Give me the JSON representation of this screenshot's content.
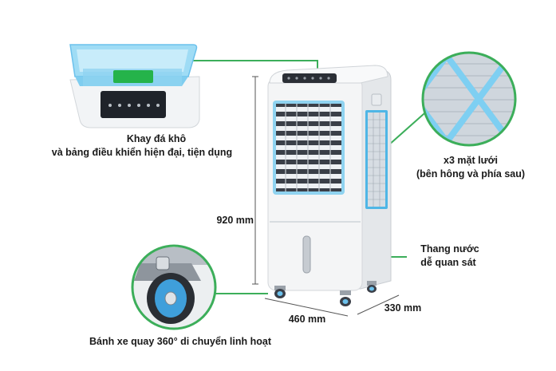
{
  "callouts": {
    "tray_line1": "Khay đá khô",
    "tray_line2": "và bảng điều khiển hiện đại, tiện dụng",
    "mesh_line1": "x3 mặt lưới",
    "mesh_line2": "(bên hông và phía sau)",
    "tank_line1": "Thang nước",
    "tank_line2": "dễ quan sát",
    "wheel_line1": "Bánh xe quay 360° di chuyển linh hoạt"
  },
  "dimensions": {
    "height": "920 mm",
    "width": "460 mm",
    "depth": "330 mm"
  },
  "colors": {
    "accent_blue": "#8fd3f0",
    "frame_blue": "#4fb6e6",
    "callout_green": "#3cae5a",
    "ice_green": "#25b34a",
    "body_white": "#f4f5f6",
    "grille_dark": "#3a3f48"
  }
}
